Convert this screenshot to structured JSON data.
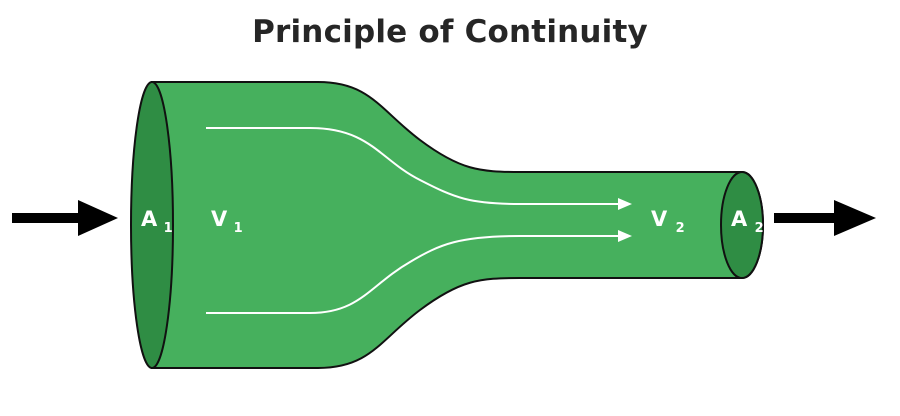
{
  "title": "Principle of Continuity",
  "labels": {
    "a1": {
      "letter": "A",
      "subscript": "1"
    },
    "v1": {
      "letter": "V",
      "subscript": "1"
    },
    "v2": {
      "letter": "V",
      "subscript": "2"
    },
    "a2": {
      "letter": "A",
      "subscript": "2"
    }
  },
  "colors": {
    "pipe_fill": "#46b05d",
    "pipe_face": "#2f8d44",
    "outline": "#111111",
    "streamline": "#ffffff",
    "arrow": "#000000",
    "title": "#262626"
  }
}
